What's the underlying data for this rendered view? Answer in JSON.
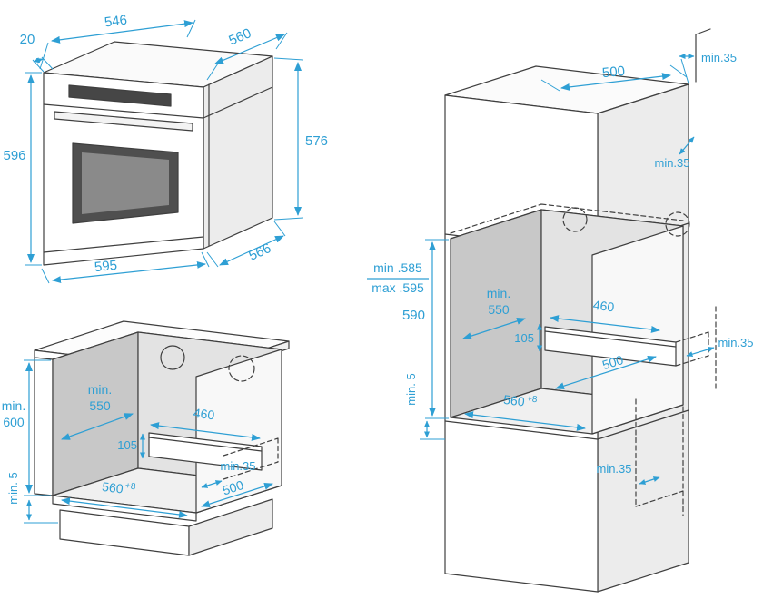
{
  "page": {
    "background_color": "#ffffff",
    "accent_color": "#2e9fd4",
    "line_color": "#3f3f3f"
  },
  "oven_view": {
    "dims": {
      "top_depth": "546",
      "front_overhang": "20",
      "top_width": "560",
      "height_front": "596",
      "height_side": "576",
      "bottom_width": "595",
      "bottom_depth": "566"
    }
  },
  "base_cabinet_view": {
    "dims": {
      "niche_height_word": "min.",
      "niche_height_value": "600",
      "bottom_gap": "min. 5",
      "niche_depth_word": "min.",
      "niche_depth_value": "550",
      "vent_cutout_width": "460",
      "vent_cutout_height": "105",
      "niche_width": "560",
      "niche_width_tolerance": "+8",
      "platform_depth": "500",
      "side_cutout_clearance": "min.35"
    }
  },
  "tall_cabinet_view": {
    "dims": {
      "cabinet_top_depth": "500",
      "wall_clearance_top": "min.35",
      "wall_clearance_side": "min.35",
      "niche_height_min": "min .585",
      "niche_height_max": "max .595",
      "niche_height": "590",
      "niche_depth_word": "min.",
      "niche_depth_value": "550",
      "vent_cutout_width": "460",
      "vent_cutout_height": "105",
      "wall_clearance_back": "min.35",
      "platform_depth": "500",
      "bottom_gap": "min. 5",
      "niche_width": "560",
      "niche_width_tolerance": "+8",
      "clearance_below_niche": "min.35"
    }
  }
}
